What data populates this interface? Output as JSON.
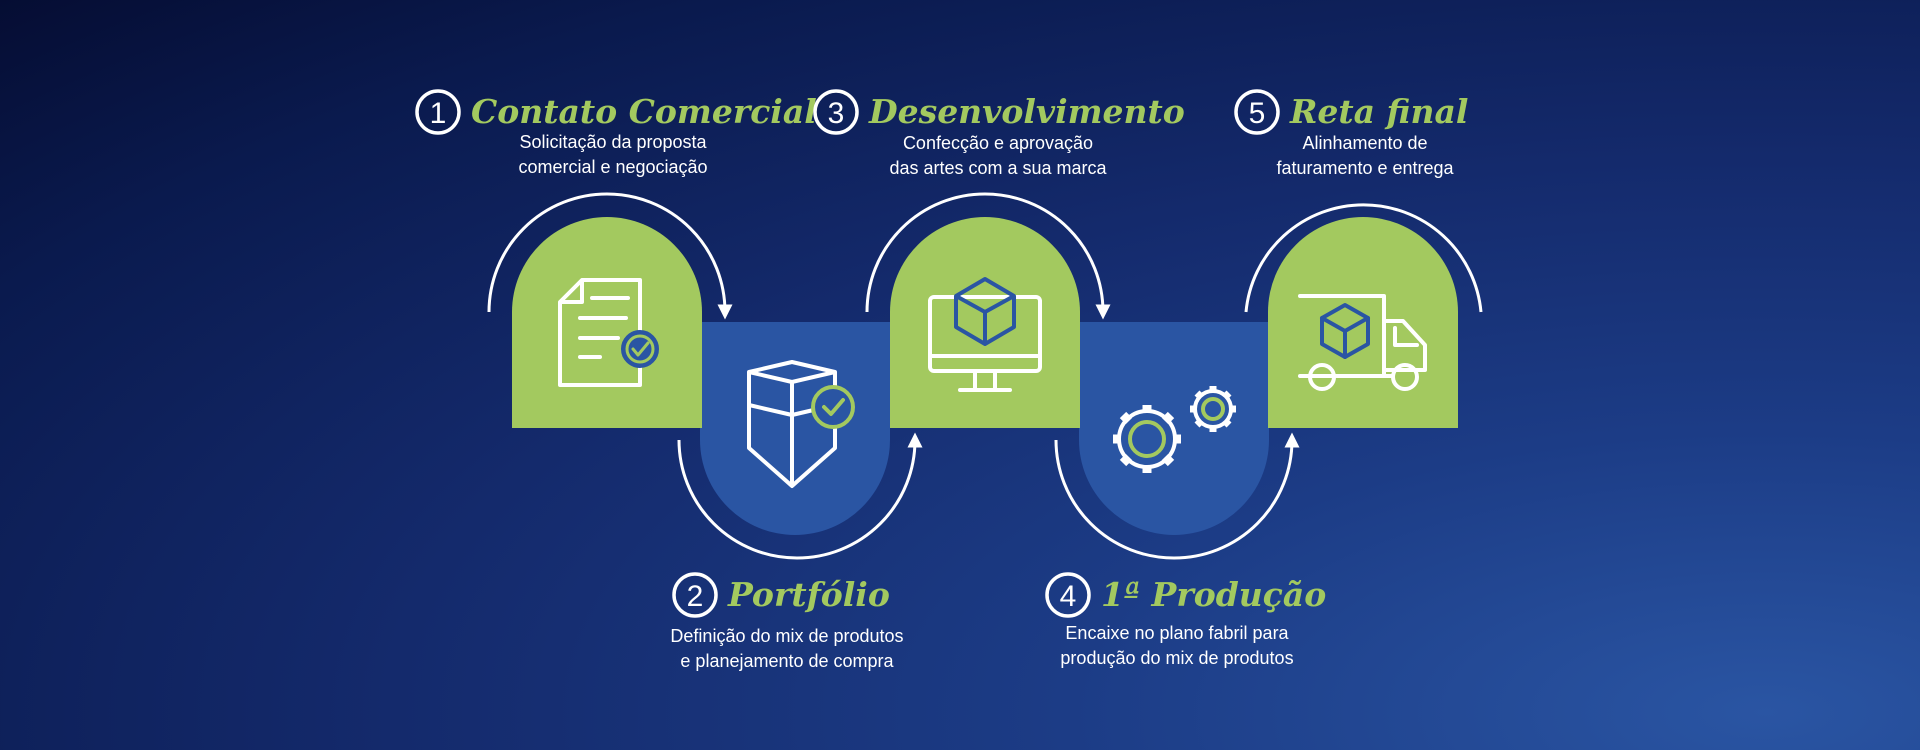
{
  "colors": {
    "green": "#a3c95f",
    "blue_tile": "#2a55a3",
    "background": "#142a6c",
    "white": "#ffffff"
  },
  "steps": [
    {
      "number": "1",
      "title": "Contato Comercial",
      "description": [
        "Solicitação da proposta",
        "comercial e negociação"
      ],
      "icon": "document-check-icon"
    },
    {
      "number": "2",
      "title": "Portfólio",
      "description": [
        "Definição do mix de produtos",
        "e planejamento de compra"
      ],
      "icon": "box-check-icon"
    },
    {
      "number": "3",
      "title": "Desenvolvimento",
      "description": [
        "Confecção e aprovação",
        "das artes com a sua marca"
      ],
      "icon": "monitor-box-icon"
    },
    {
      "number": "4",
      "title": "1ª Produção",
      "description": [
        "Encaixe no plano fabril para",
        "produção do mix de produtos"
      ],
      "icon": "gears-icon"
    },
    {
      "number": "5",
      "title": "Reta final",
      "description": [
        "Alinhamento de",
        "faturamento e entrega"
      ],
      "icon": "truck-box-icon"
    }
  ]
}
